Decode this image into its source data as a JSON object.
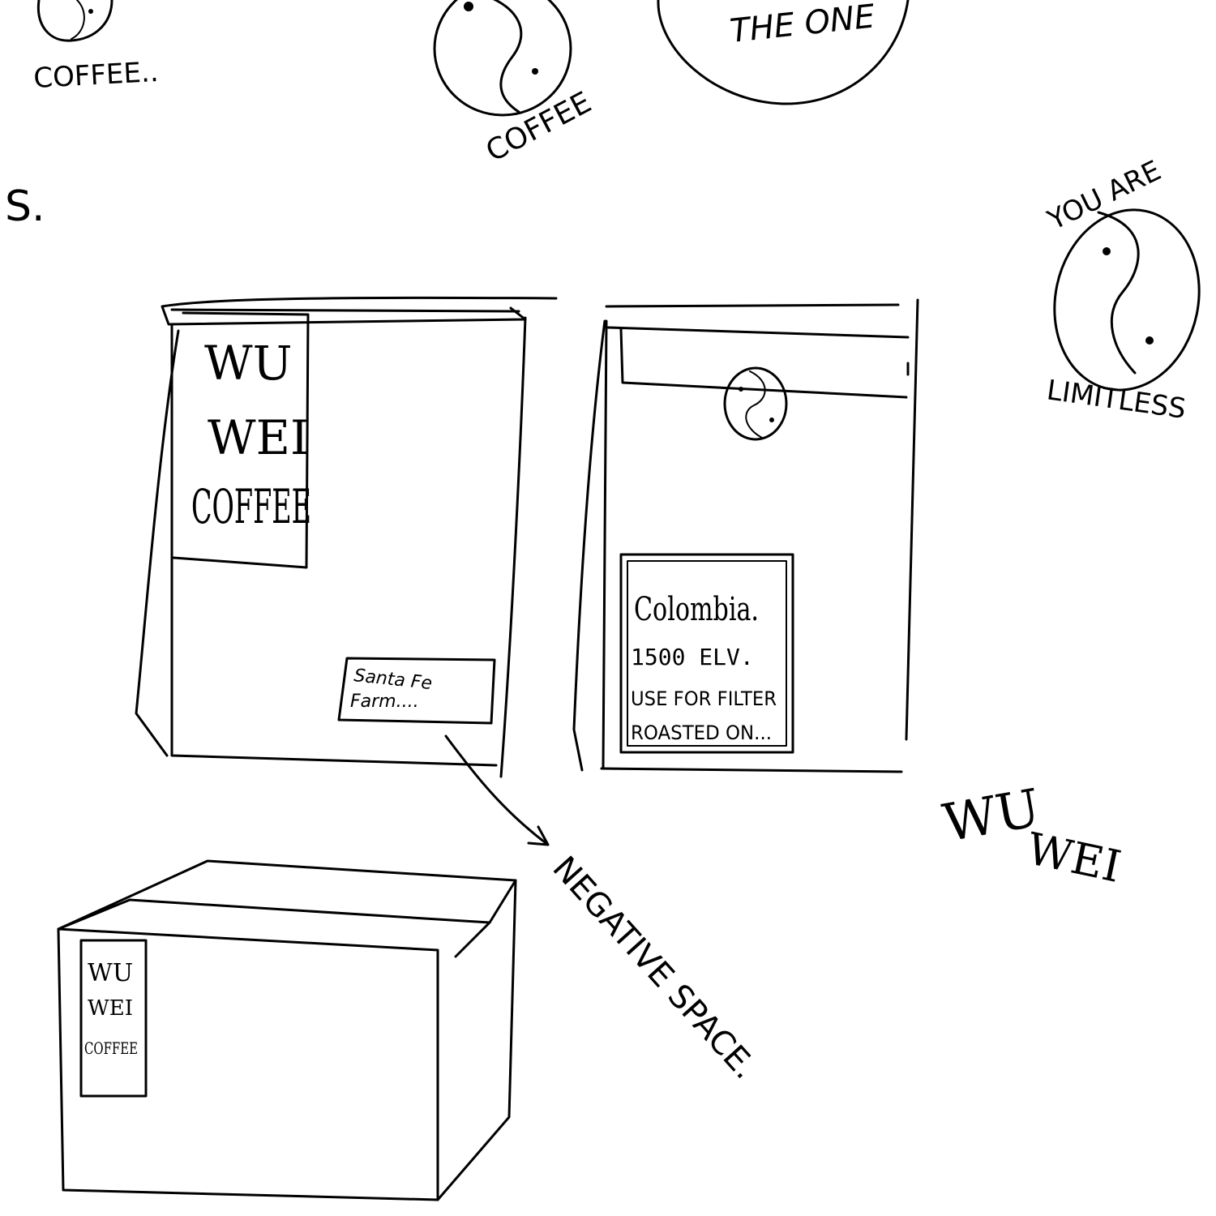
{
  "sketch": {
    "ink_color": "#000000",
    "paper_color": "#ffffff",
    "logos": {
      "logo_small_left": {
        "caption": "COFFEE.."
      },
      "logo_small_mid": {
        "caption": "COFFEE"
      },
      "logo_large_top": {
        "caption": "THE ONE"
      },
      "logo_right": {
        "caption_top": "YOU ARE",
        "caption_bottom": "LIMITLESS"
      }
    },
    "fragment_left": "S.",
    "bag_front": {
      "label_lines": [
        "WU",
        "WEI",
        "COFFEE"
      ],
      "small_label": [
        "Santa Fe",
        "Farm...."
      ]
    },
    "bag_back": {
      "label_lines": [
        "Colombia.",
        "1500 ELV.",
        "USE FOR FILTER",
        "ROASTED ON..."
      ]
    },
    "box": {
      "label_lines": [
        "WU",
        "WEI",
        "COFFEE"
      ]
    },
    "annotation": "NEGATIVE SPACE.",
    "brand_scribble": {
      "first": "WU",
      "second": "WEI"
    }
  }
}
